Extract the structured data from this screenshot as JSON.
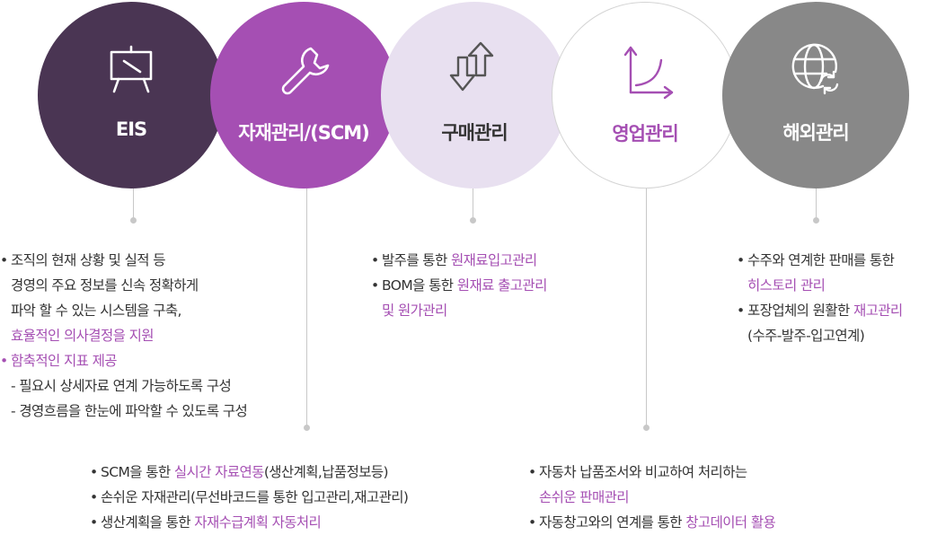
{
  "circles": [
    {
      "title": "EIS",
      "icon": "presentation-board-icon"
    },
    {
      "title": "자재관리/(SCM)",
      "icon": "wrench-icon"
    },
    {
      "title": "구매관리",
      "icon": "up-down-arrows-icon"
    },
    {
      "title": "영업관리",
      "icon": "growth-curve-icon"
    },
    {
      "title": "해외관리",
      "icon": "globe-icon"
    }
  ],
  "eis": {
    "b1_l1": "조직의 현재 상황 및 실적 등",
    "b1_l2": "경영의 주요 정보를 신속 정확하게",
    "b1_l3": "파악 할 수 있는 시스템을 구축,",
    "b1_l4": "효율적인 의사결정을 지원",
    "b2": "함축적인 지표 제공",
    "s1": "- 필요시 상세자료 연계 가능하도록 구성",
    "s2": "- 경영흐름을 한눈에 파악할 수 있도록 구성"
  },
  "scm": {
    "b1_pre": "SCM을 통한 ",
    "b1_hl": "실시간 자료연동",
    "b1_post": "(생산계획,납품정보등)",
    "b2": "손쉬운 자재관리(무선바코드를 통한 입고관리,재고관리)",
    "b3_pre": "생산계획을 통한 ",
    "b3_hl": "자재수급계획 자동처리"
  },
  "purchase": {
    "b1_pre": "발주를 통한 ",
    "b1_hl": "원재료입고관리",
    "b2_pre": "BOM을 통한 ",
    "b2_hl": "원재료 출고관리",
    "b2_l2": "및 원가관리"
  },
  "sales": {
    "b1_l1": "자동차 납품조서와 비교하여 처리하는",
    "b1_l2": "손쉬운 판매관리",
    "b2_pre": "자동창고와의 연계를 통한 ",
    "b2_hl": "창고데이터 활용"
  },
  "overseas": {
    "b1_l1": "수주와 연계한 판매를 통한",
    "b1_l2": "히스토리 관리",
    "b2_pre": "포장업체의 원활한 ",
    "b2_hl": "재고관리",
    "b2_l2": "(수주-발주-입고연계)"
  },
  "colors": {
    "eis": "#4a3553",
    "scm": "#a54fb3",
    "purchase": "#e8e0f0",
    "sales": "#ffffff",
    "overseas": "#888888",
    "accent": "#a54fb3"
  }
}
